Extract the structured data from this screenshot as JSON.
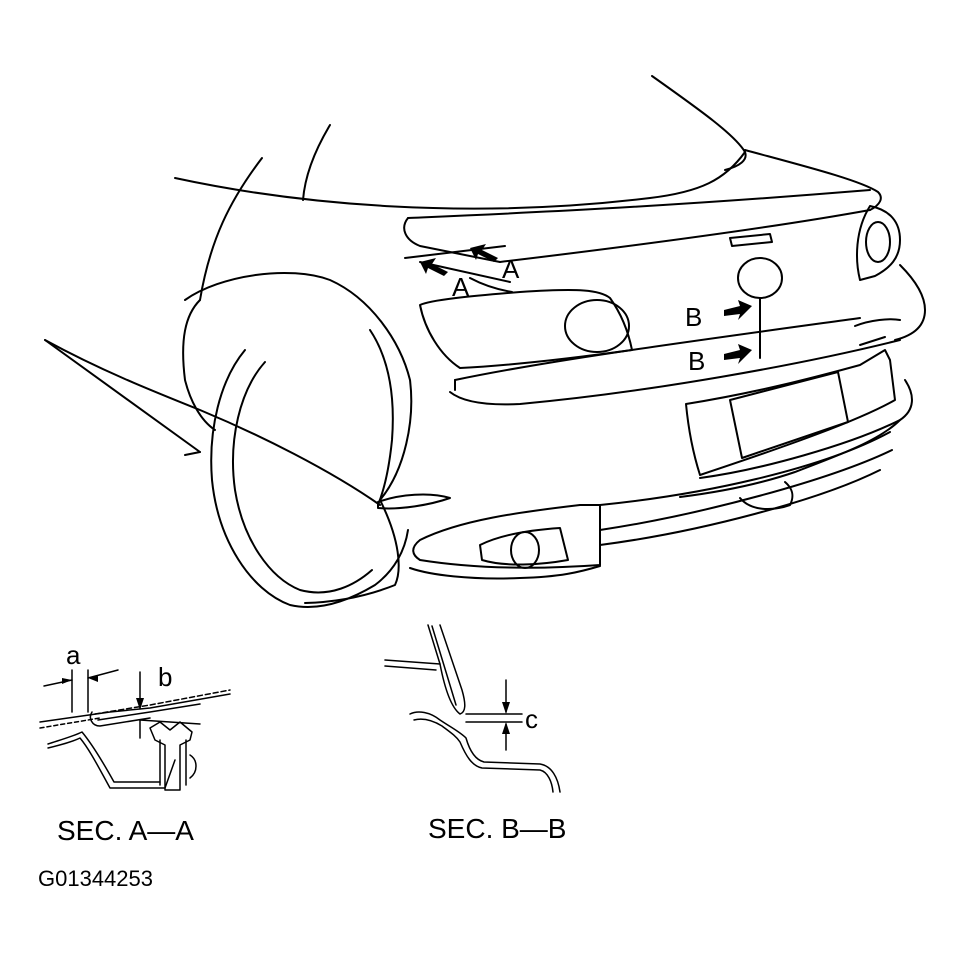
{
  "labels": {
    "arrow_a_upper": "A",
    "arrow_a_lower": "A",
    "arrow_b_upper": "B",
    "arrow_b_lower": "B",
    "dim_a": "a",
    "dim_b": "b",
    "dim_c": "c"
  },
  "sections": {
    "a_title": "SEC. A—A",
    "b_title": "SEC. B—B"
  },
  "figure_id": "G01344253"
}
